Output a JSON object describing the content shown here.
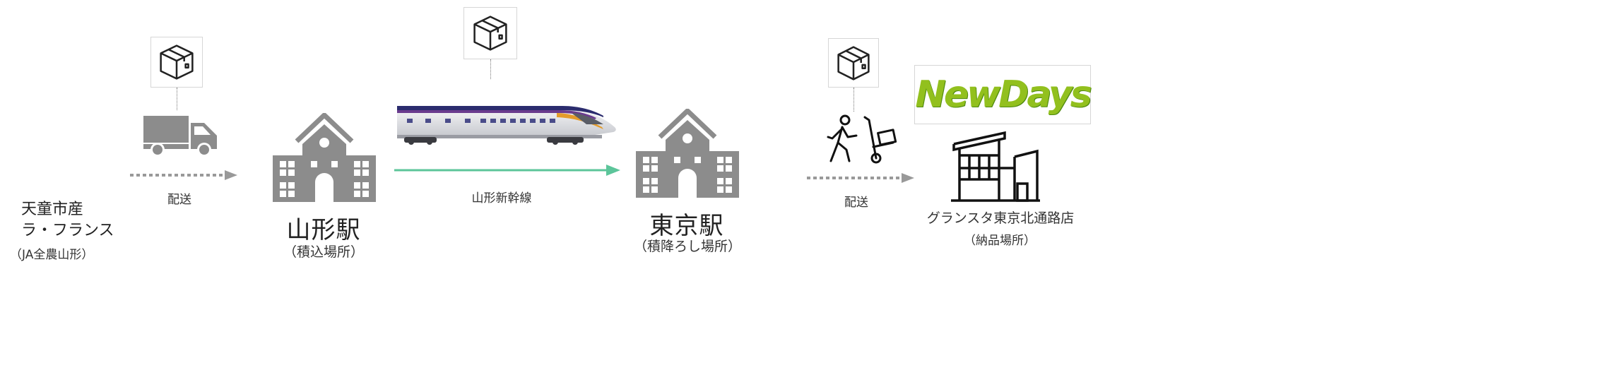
{
  "origin": {
    "line1": "天童市産",
    "line2": "ラ・フランス",
    "line3": "（JA全農山形）"
  },
  "legs": {
    "truck_label": "配送",
    "shinkansen_label": "山形新幹線",
    "walk_label": "配送"
  },
  "stations": {
    "yamagata": {
      "name": "山形駅",
      "sub": "（積込場所）"
    },
    "tokyo": {
      "name": "東京駅",
      "sub": "（積降ろし場所）"
    }
  },
  "shop": {
    "logo": "NewDays",
    "name": "グランスタ東京北通路店",
    "sub": "（納品場所）"
  },
  "icons": {
    "package": "package-box-icon",
    "truck": "delivery-truck-icon",
    "station": "station-building-icon",
    "train": "shinkansen-train-icon",
    "worker": "walking-hand-truck-icon",
    "store": "store-building-icon"
  },
  "colors": {
    "icon_gray": "#8c8c8c",
    "arrow_gray": "#999999",
    "arrow_green": "#5cc59a",
    "logo_green": "#92c01e"
  }
}
